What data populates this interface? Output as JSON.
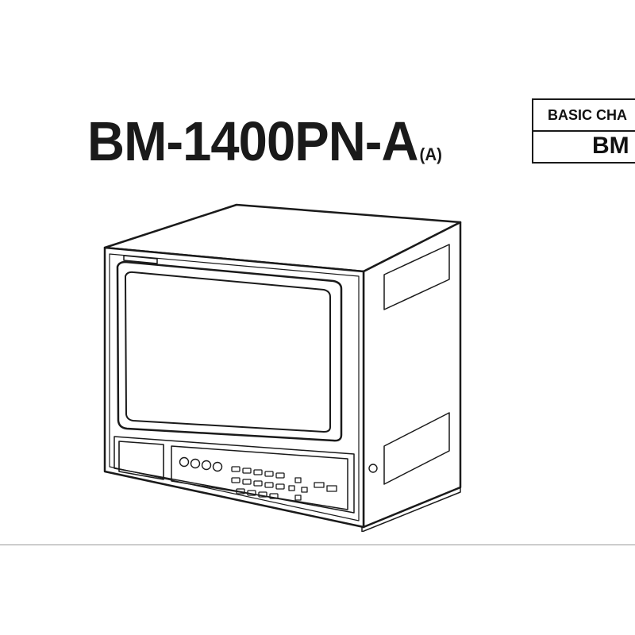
{
  "document": {
    "model_title": "BM-1400PN-A",
    "model_suffix": "(A)",
    "chassis_label": "BASIC CHA",
    "chassis_code": "BM"
  },
  "colors": {
    "ink": "#1a1a1a",
    "paper": "#ffffff",
    "divider": "#9a9a9a"
  },
  "illustration": {
    "icon": "crt-monitor-icon"
  }
}
